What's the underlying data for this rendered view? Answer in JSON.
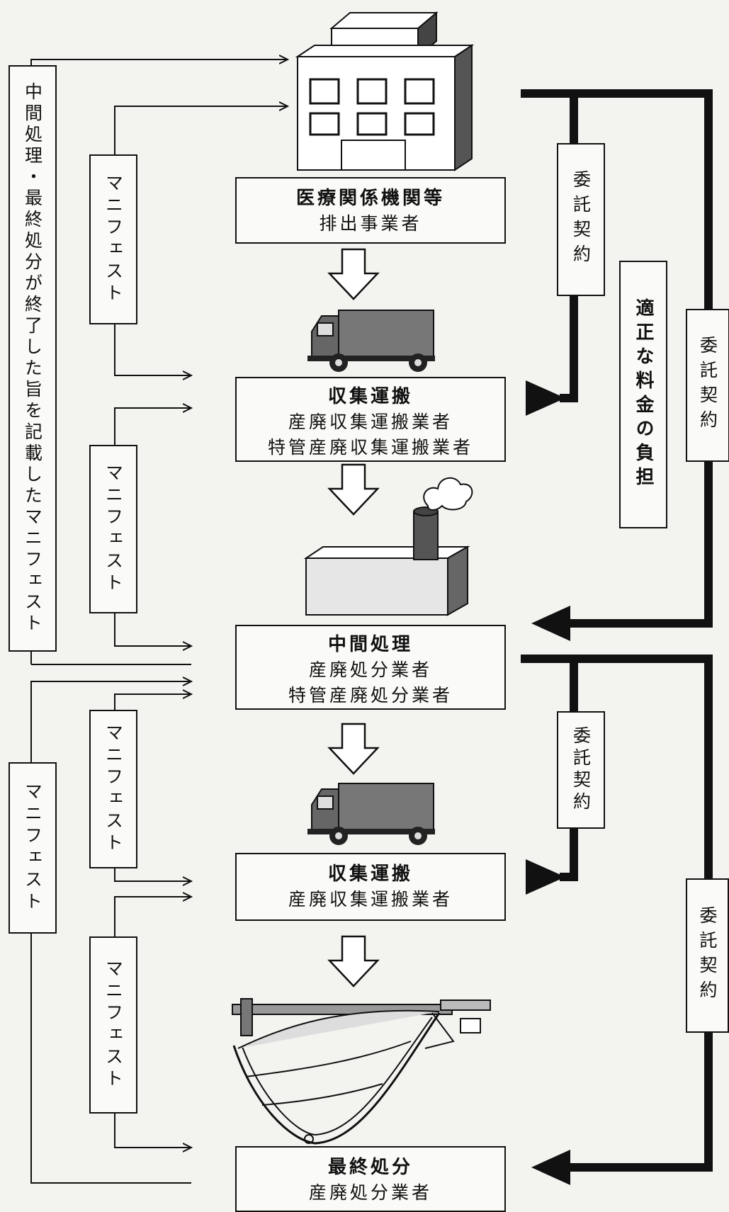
{
  "nodes": {
    "generator": {
      "title": "医療関係機関等",
      "sub": "排出事業者"
    },
    "collection1": {
      "title": "収集運搬",
      "sub1": "産廃収集運搬業者",
      "sub2": "特管産廃収集運搬業者"
    },
    "intermediate": {
      "title": "中間処理",
      "sub1": "産廃処分業者",
      "sub2": "特管産廃処分業者"
    },
    "collection2": {
      "title": "収集運搬",
      "sub1": "産廃収集運搬業者"
    },
    "final": {
      "title": "最終処分",
      "sub1": "産廃処分業者"
    }
  },
  "labels": {
    "completion_manifest": "中間処理・最終処分が終了した旨を記載したマニフェスト",
    "manifest": "マニフェスト",
    "contract": "委託契約",
    "fee": "適正な料金の負担"
  },
  "icons": {
    "generator": "hospital-building-icon",
    "collection1": "truck-icon",
    "intermediate": "incinerator-icon",
    "collection2": "truck-icon",
    "final": "landfill-icon"
  },
  "colors": {
    "line": "#111111",
    "paper": "#f3f3f0"
  }
}
